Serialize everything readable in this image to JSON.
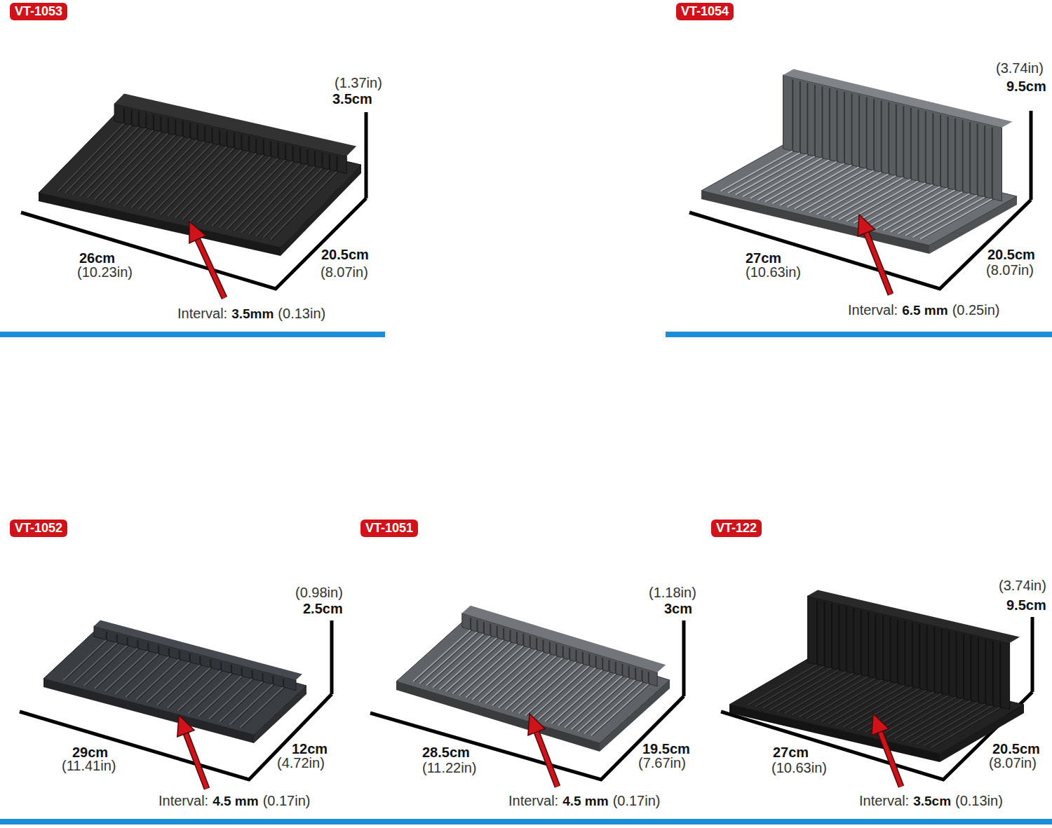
{
  "diagram": {
    "nodes": [
      {
        "text": [
          "VT-1053"
        ]
      },
      {
        "text": [
          "VT-1054"
        ]
      },
      {
        "text": [
          "VT-1052"
        ]
      },
      {
        "text": [
          "VT-1051"
        ]
      },
      {
        "text": [
          "VT-122"
        ]
      }
    ],
    "labels": [
      "(1.37in)",
      "3.5cm",
      "26cm",
      "(10.23in)",
      "20.5cm",
      "(8.07in)",
      "Interval:",
      "3.5mm",
      "(0.13in)",
      "(3.74in)",
      "9.5cm",
      "27cm",
      "(10.63in)",
      "20.5cm",
      "(8.07in)",
      "Interval:",
      "6.5 mm",
      "(0.25in)",
      "(0.98in)",
      "2.5cm",
      "29cm",
      "(11.41in)",
      "12cm",
      "(4.72in)",
      "Interval:",
      "4.5 mm",
      "(0.17in)",
      "(1.18in)",
      "3cm",
      "28.5cm",
      "(11.22in)",
      "19.5cm",
      "(7.67in)",
      "Interval:",
      "4.5 mm",
      "(0.17in)",
      "(3.74in)",
      "9.5cm",
      "27cm",
      "(10.63in)",
      "20.5cm",
      "(8.07in)",
      "Interval:",
      "3.5cm",
      "(0.13in)"
    ]
  }
}
